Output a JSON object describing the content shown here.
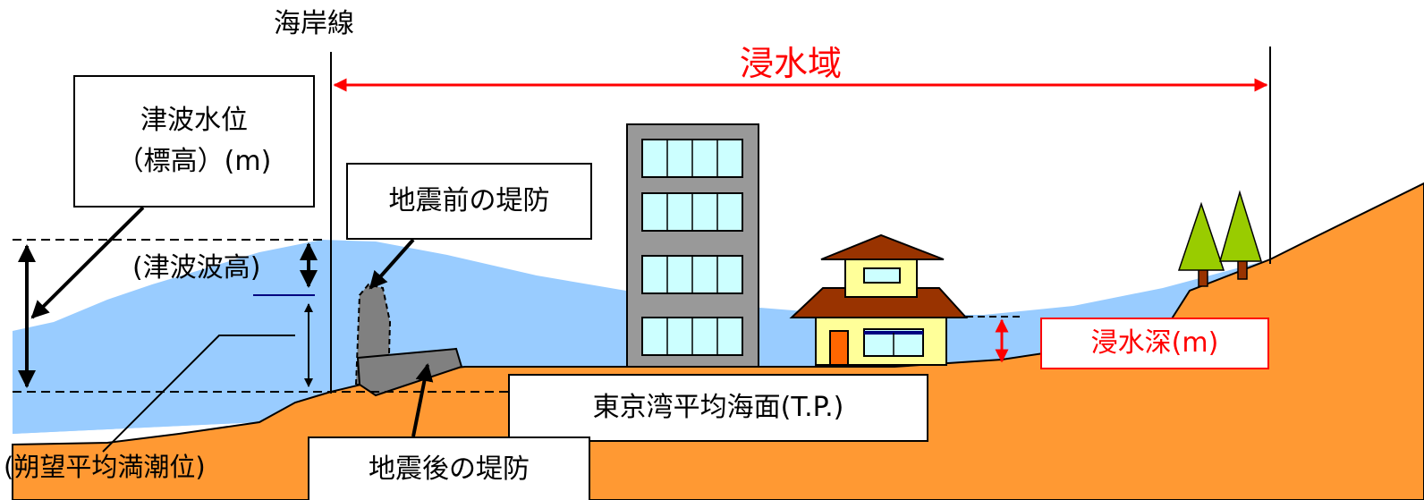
{
  "labels": {
    "coastline": "海岸線",
    "inundation_area": "浸水域",
    "tsunami_level_line1": "津波水位",
    "tsunami_level_line2": "（標高）(m)",
    "tsunami_height": "(津波波高)",
    "levee_before": "地震前の堤防",
    "levee_after": "地震後の堤防",
    "mean_sea_level": "東京湾平均海面(T.P.)",
    "high_water": "(朔望平均満潮位)",
    "inundation_depth": "浸水深(m)"
  },
  "colors": {
    "water": "#99ccff",
    "ground": "#ff9933",
    "ground_outline": "#000000",
    "building": "#999999",
    "window": "#ccffff",
    "house_wall": "#ffff99",
    "house_roof": "#993300",
    "house_door": "#ff6600",
    "tree": "#99cc00",
    "trunk": "#993300",
    "levee": "#808080",
    "accent_red": "#ff0000",
    "high_water_mark": "#000080"
  }
}
